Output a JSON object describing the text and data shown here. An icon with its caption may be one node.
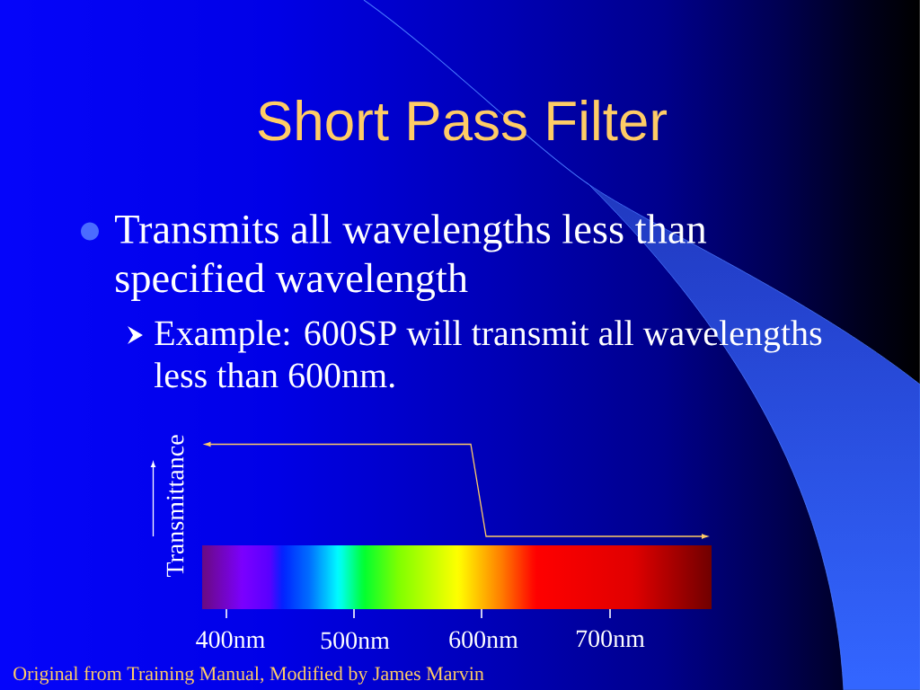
{
  "diagram": {
    "title": "Short Pass Filter",
    "caption": "Original from Training Manual, Modified by James Marvin",
    "labels": [
      "Transmits all wavelengths less than specified wavelength",
      "Example: 600SP will transmit all wavelengths less than 600nm.",
      "Transmittance",
      "400nm",
      "500nm",
      "600nm",
      "700nm"
    ]
  }
}
